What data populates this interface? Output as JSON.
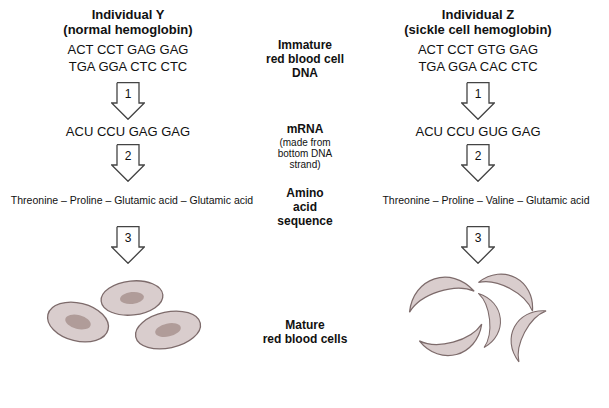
{
  "diagram": {
    "nodes": [
      {
        "text": [
          "1"
        ]
      },
      {
        "text": [
          "1"
        ]
      },
      {
        "text": [
          "2"
        ]
      },
      {
        "text": [
          "2"
        ]
      },
      {
        "text": [
          "3"
        ]
      },
      {
        "text": [
          "3"
        ]
      }
    ],
    "labels": [
      "Individual Y (normal hemoglobin)",
      "Individual Z (sickle cell hemoglobin)",
      "ACT CCT GAG GAG",
      "TGA GGA CTC CTC",
      "Immature red blood cell DNA",
      "ACT CCT GTG GAG",
      "TGA GGA CAC CTC",
      "ACU CCU GAG GAG",
      "mRNA",
      "(made from bottom DNA strand)",
      "ACU CCU GUG GAG",
      "Threonine – Proline – Glutamic acid – Glutamic acid",
      "Amino acid sequence",
      "Threonine – Proline – Valine – Glutamic acid",
      "Mature red blood cells"
    ]
  }
}
